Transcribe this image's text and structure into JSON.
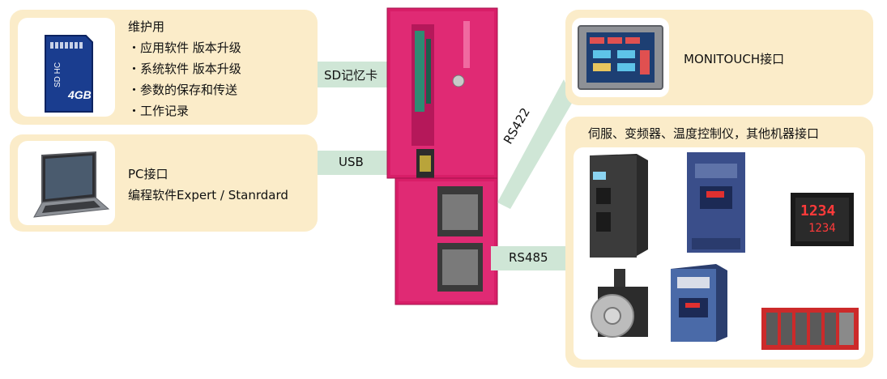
{
  "maintenance": {
    "title": "维护用",
    "items": [
      "・应用软件 版本升级",
      "・系统软件 版本升级",
      "・参数的保存和传送",
      "・工作记录"
    ],
    "sd_card": {
      "capacity": "4GB",
      "type": "SD HC"
    }
  },
  "pc": {
    "title": "PC接口",
    "subtitle": "编程软件Expert / Stanrdard"
  },
  "connections": {
    "sd": "SD记忆卡",
    "usb": "USB",
    "rs422": "RS422",
    "rs485": "RS485"
  },
  "monitouch": {
    "title": "MONITOUCH接口"
  },
  "devices": {
    "title": "伺服、变频器、温度控制仪，其他机器接口"
  },
  "temp_controller": {
    "display_top": "1234",
    "display_bottom": "1234"
  },
  "colors": {
    "panel": "#fbecc9",
    "connector": "#cfe6d6",
    "device_body": "#d81e68",
    "accent_red": "#e03030"
  }
}
